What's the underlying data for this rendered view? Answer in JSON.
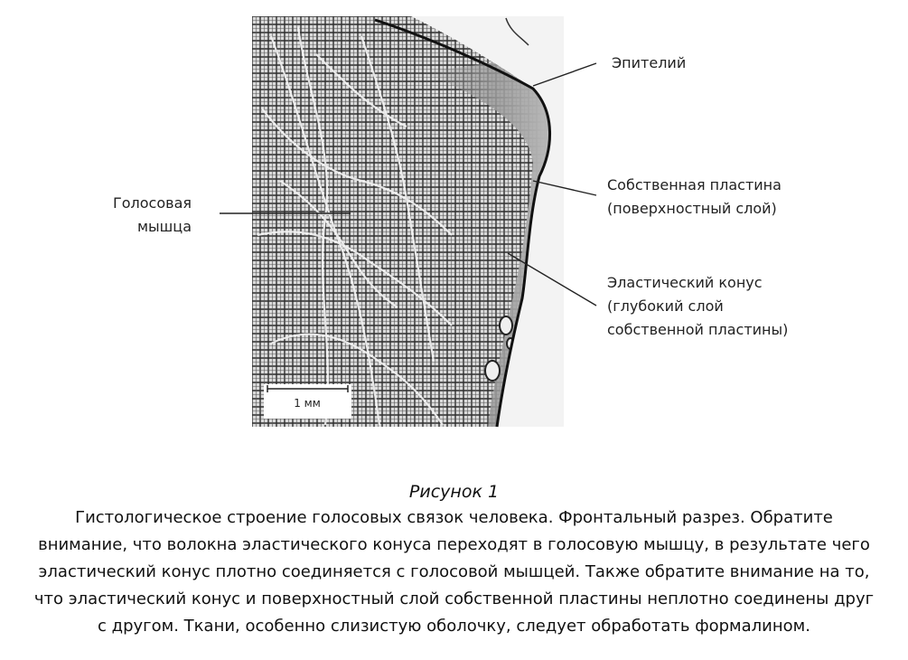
{
  "figure": {
    "labels": {
      "epithelium": [
        "Эпителий"
      ],
      "lamina_propria": [
        "Собственная пластина",
        "(поверхностный слой)"
      ],
      "elastic_conus": [
        "Эластический конус",
        "(глубокий слой",
        "собственной пластины)"
      ],
      "vocal_muscle": [
        "Голосовая",
        "мышца"
      ]
    },
    "scale_bar": "1 мм"
  },
  "caption": {
    "title": "Рисунок 1",
    "lines": [
      "Гистологическое строение голосовых связок человека. Фронтальный разрез. Обратите",
      "внимание, что волокна эластического конуса  переходят в голосовую мышцу, в результате чего",
      "эластический конус плотно соединяется с голосовой мышцей. Также обратите внимание на то,",
      "что эластический конус и поверхностный слой собственной пластины неплотно соединены друг",
      "с другом. Ткани, особенно слизистую оболочку, следует обработать формалином."
    ]
  }
}
